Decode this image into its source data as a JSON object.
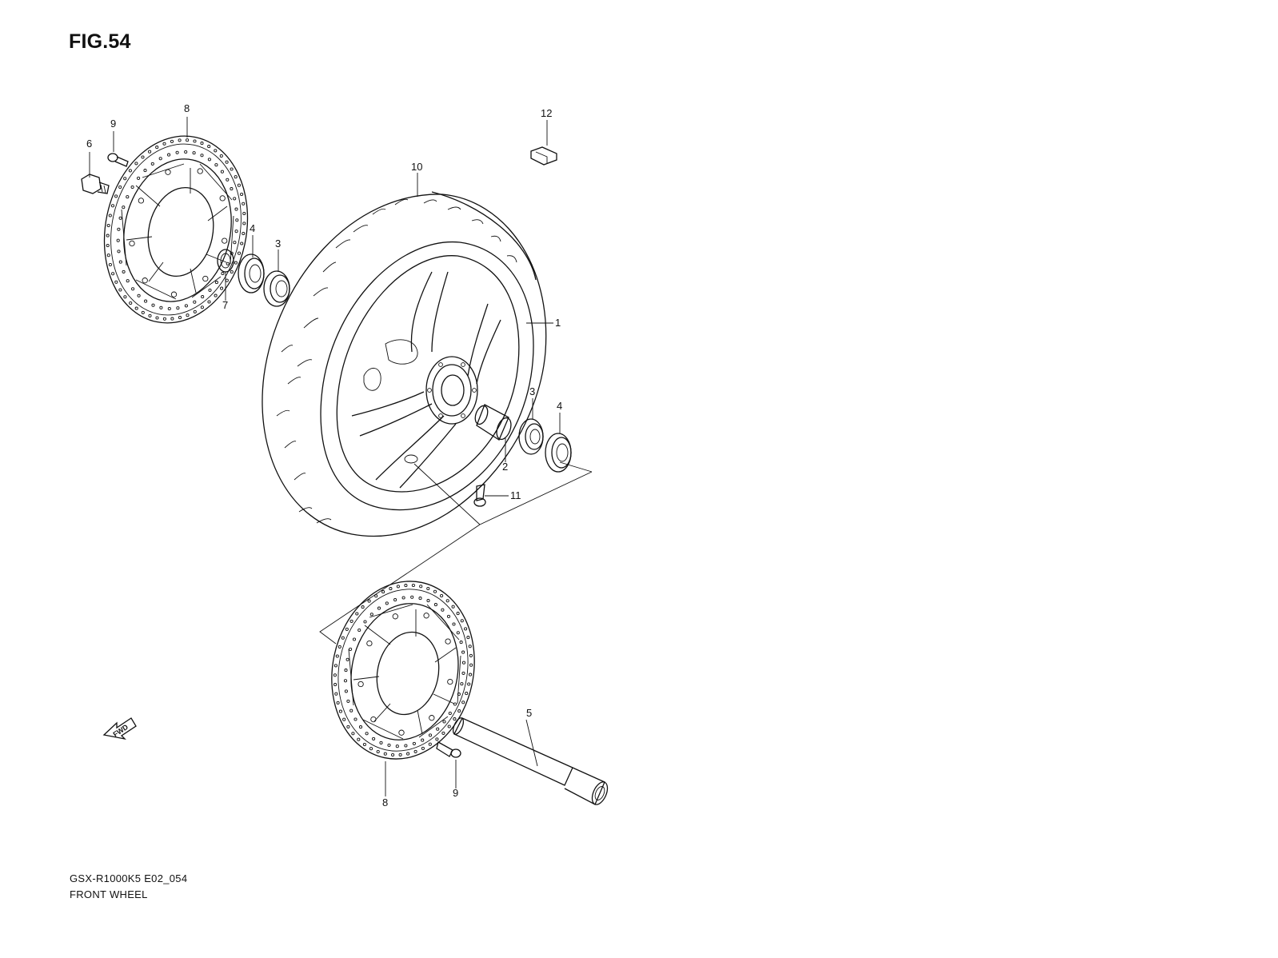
{
  "figure": {
    "title": "FIG.54",
    "model_code": "GSX-R1000K5 E02_054",
    "name": "FRONT WHEEL"
  },
  "fwd_arrow": {
    "label": "FWD",
    "icon": "fwd-arrow-icon"
  },
  "callouts": [
    {
      "id": "1",
      "part": "wheel-rim"
    },
    {
      "id": "2",
      "part": "spacer"
    },
    {
      "id": "3",
      "part": "bearing"
    },
    {
      "id": "3",
      "part": "bearing"
    },
    {
      "id": "4",
      "part": "oil-seal"
    },
    {
      "id": "4",
      "part": "oil-seal"
    },
    {
      "id": "5",
      "part": "axle"
    },
    {
      "id": "6",
      "part": "bolt"
    },
    {
      "id": "7",
      "part": "collar"
    },
    {
      "id": "8",
      "part": "brake-disc"
    },
    {
      "id": "8",
      "part": "brake-disc"
    },
    {
      "id": "9",
      "part": "disc-bolt"
    },
    {
      "id": "9",
      "part": "disc-bolt"
    },
    {
      "id": "10",
      "part": "tire"
    },
    {
      "id": "11",
      "part": "valve"
    },
    {
      "id": "12",
      "part": "balancer-weight"
    }
  ]
}
